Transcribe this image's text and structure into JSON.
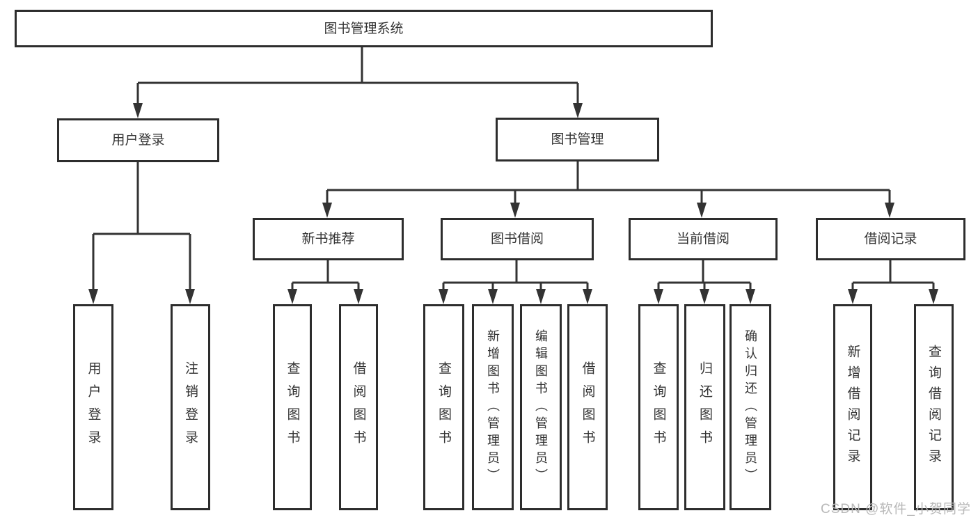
{
  "diagram": {
    "title_node": "图书管理系统",
    "level2": {
      "user_login": "用户登录",
      "book_management": "图书管理"
    },
    "level3": {
      "new_book_recommend": "新书推荐",
      "book_borrow": "图书借阅",
      "current_borrow": "当前借阅",
      "borrow_records": "借阅记录"
    },
    "leaves": {
      "user_login": [
        "用户登录",
        "注销登录"
      ],
      "new_book_recommend": [
        "查询图书",
        "借阅图书"
      ],
      "book_borrow": [
        "查询图书",
        "新增图书（管理员）",
        "编辑图书（管理员）",
        "借阅图书"
      ],
      "current_borrow": [
        "查询图书",
        "归还图书",
        "确认归还（管理员）"
      ],
      "borrow_records": [
        "新增借阅记录",
        "查询借阅记录"
      ]
    },
    "colors": {
      "line": "#333333",
      "box_border": "#2d2d2d",
      "text": "#333333",
      "watermark": "#b8b8b8",
      "background": "#ffffff"
    }
  },
  "watermark": {
    "text": "CSDN @软件_小贺同学"
  }
}
